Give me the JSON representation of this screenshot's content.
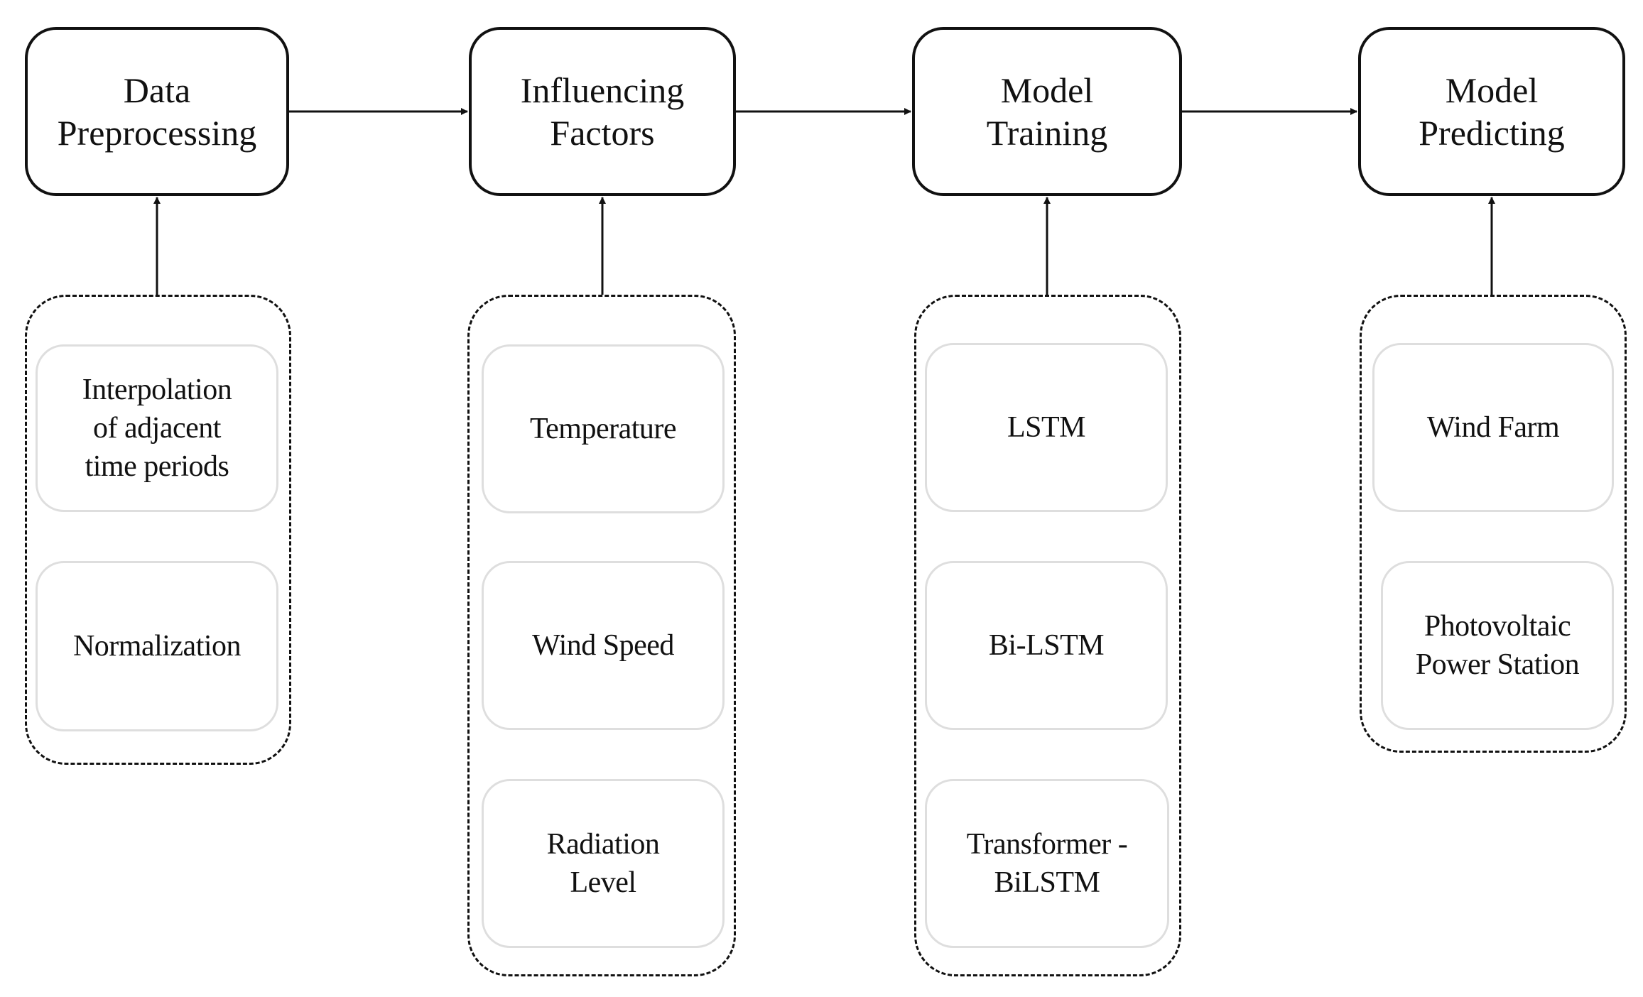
{
  "stages": [
    {
      "id": "data-preprocessing",
      "title_lines": [
        "Data",
        "Preprocessing"
      ],
      "items": [
        [
          "Interpolation",
          "of adjacent",
          "time periods"
        ],
        [
          "Normalization"
        ]
      ]
    },
    {
      "id": "influencing-factors",
      "title_lines": [
        "Influencing",
        "Factors"
      ],
      "items": [
        [
          "Temperature"
        ],
        [
          "Wind Speed"
        ],
        [
          "Radiation",
          "Level"
        ]
      ]
    },
    {
      "id": "model-training",
      "title_lines": [
        "Model",
        "Training"
      ],
      "items": [
        [
          "LSTM"
        ],
        [
          "Bi-LSTM"
        ],
        [
          "Transformer -",
          "BiLSTM"
        ]
      ]
    },
    {
      "id": "model-predicting",
      "title_lines": [
        "Model",
        "Predicting"
      ],
      "items": [
        [
          "Wind Farm"
        ],
        [
          "Photovoltaic",
          "Power Station"
        ]
      ]
    }
  ],
  "colors": {
    "stroke": "#111111",
    "item_border": "#dedede",
    "background": "#ffffff"
  }
}
